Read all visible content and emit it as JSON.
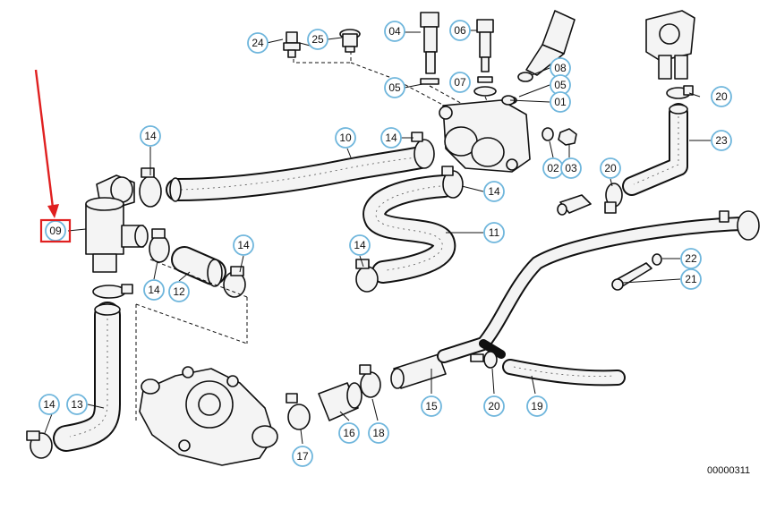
{
  "figure": {
    "reference_code": "00000311",
    "highlighted_label": "09",
    "accent_color": "#e02020",
    "callout_color": "#6fb6dc"
  },
  "callouts": {
    "c24": "24",
    "c25": "25",
    "c04": "04",
    "c06": "06",
    "c08": "08",
    "c05a": "05",
    "c07": "07",
    "c05b": "05",
    "c01": "01",
    "c20a": "20",
    "c23": "23",
    "c14a": "14",
    "c10": "10",
    "c14b": "14",
    "c02": "02",
    "c03": "03",
    "c20b": "20",
    "c14c": "14",
    "c11": "11",
    "c09": "09",
    "c14d": "14",
    "c14e": "14",
    "c12": "12",
    "c14f": "14",
    "c22": "22",
    "c21": "21",
    "c14g": "14",
    "c13": "13",
    "c15": "15",
    "c20c": "20",
    "c19": "19",
    "c16": "16",
    "c18": "18",
    "c17": "17"
  }
}
